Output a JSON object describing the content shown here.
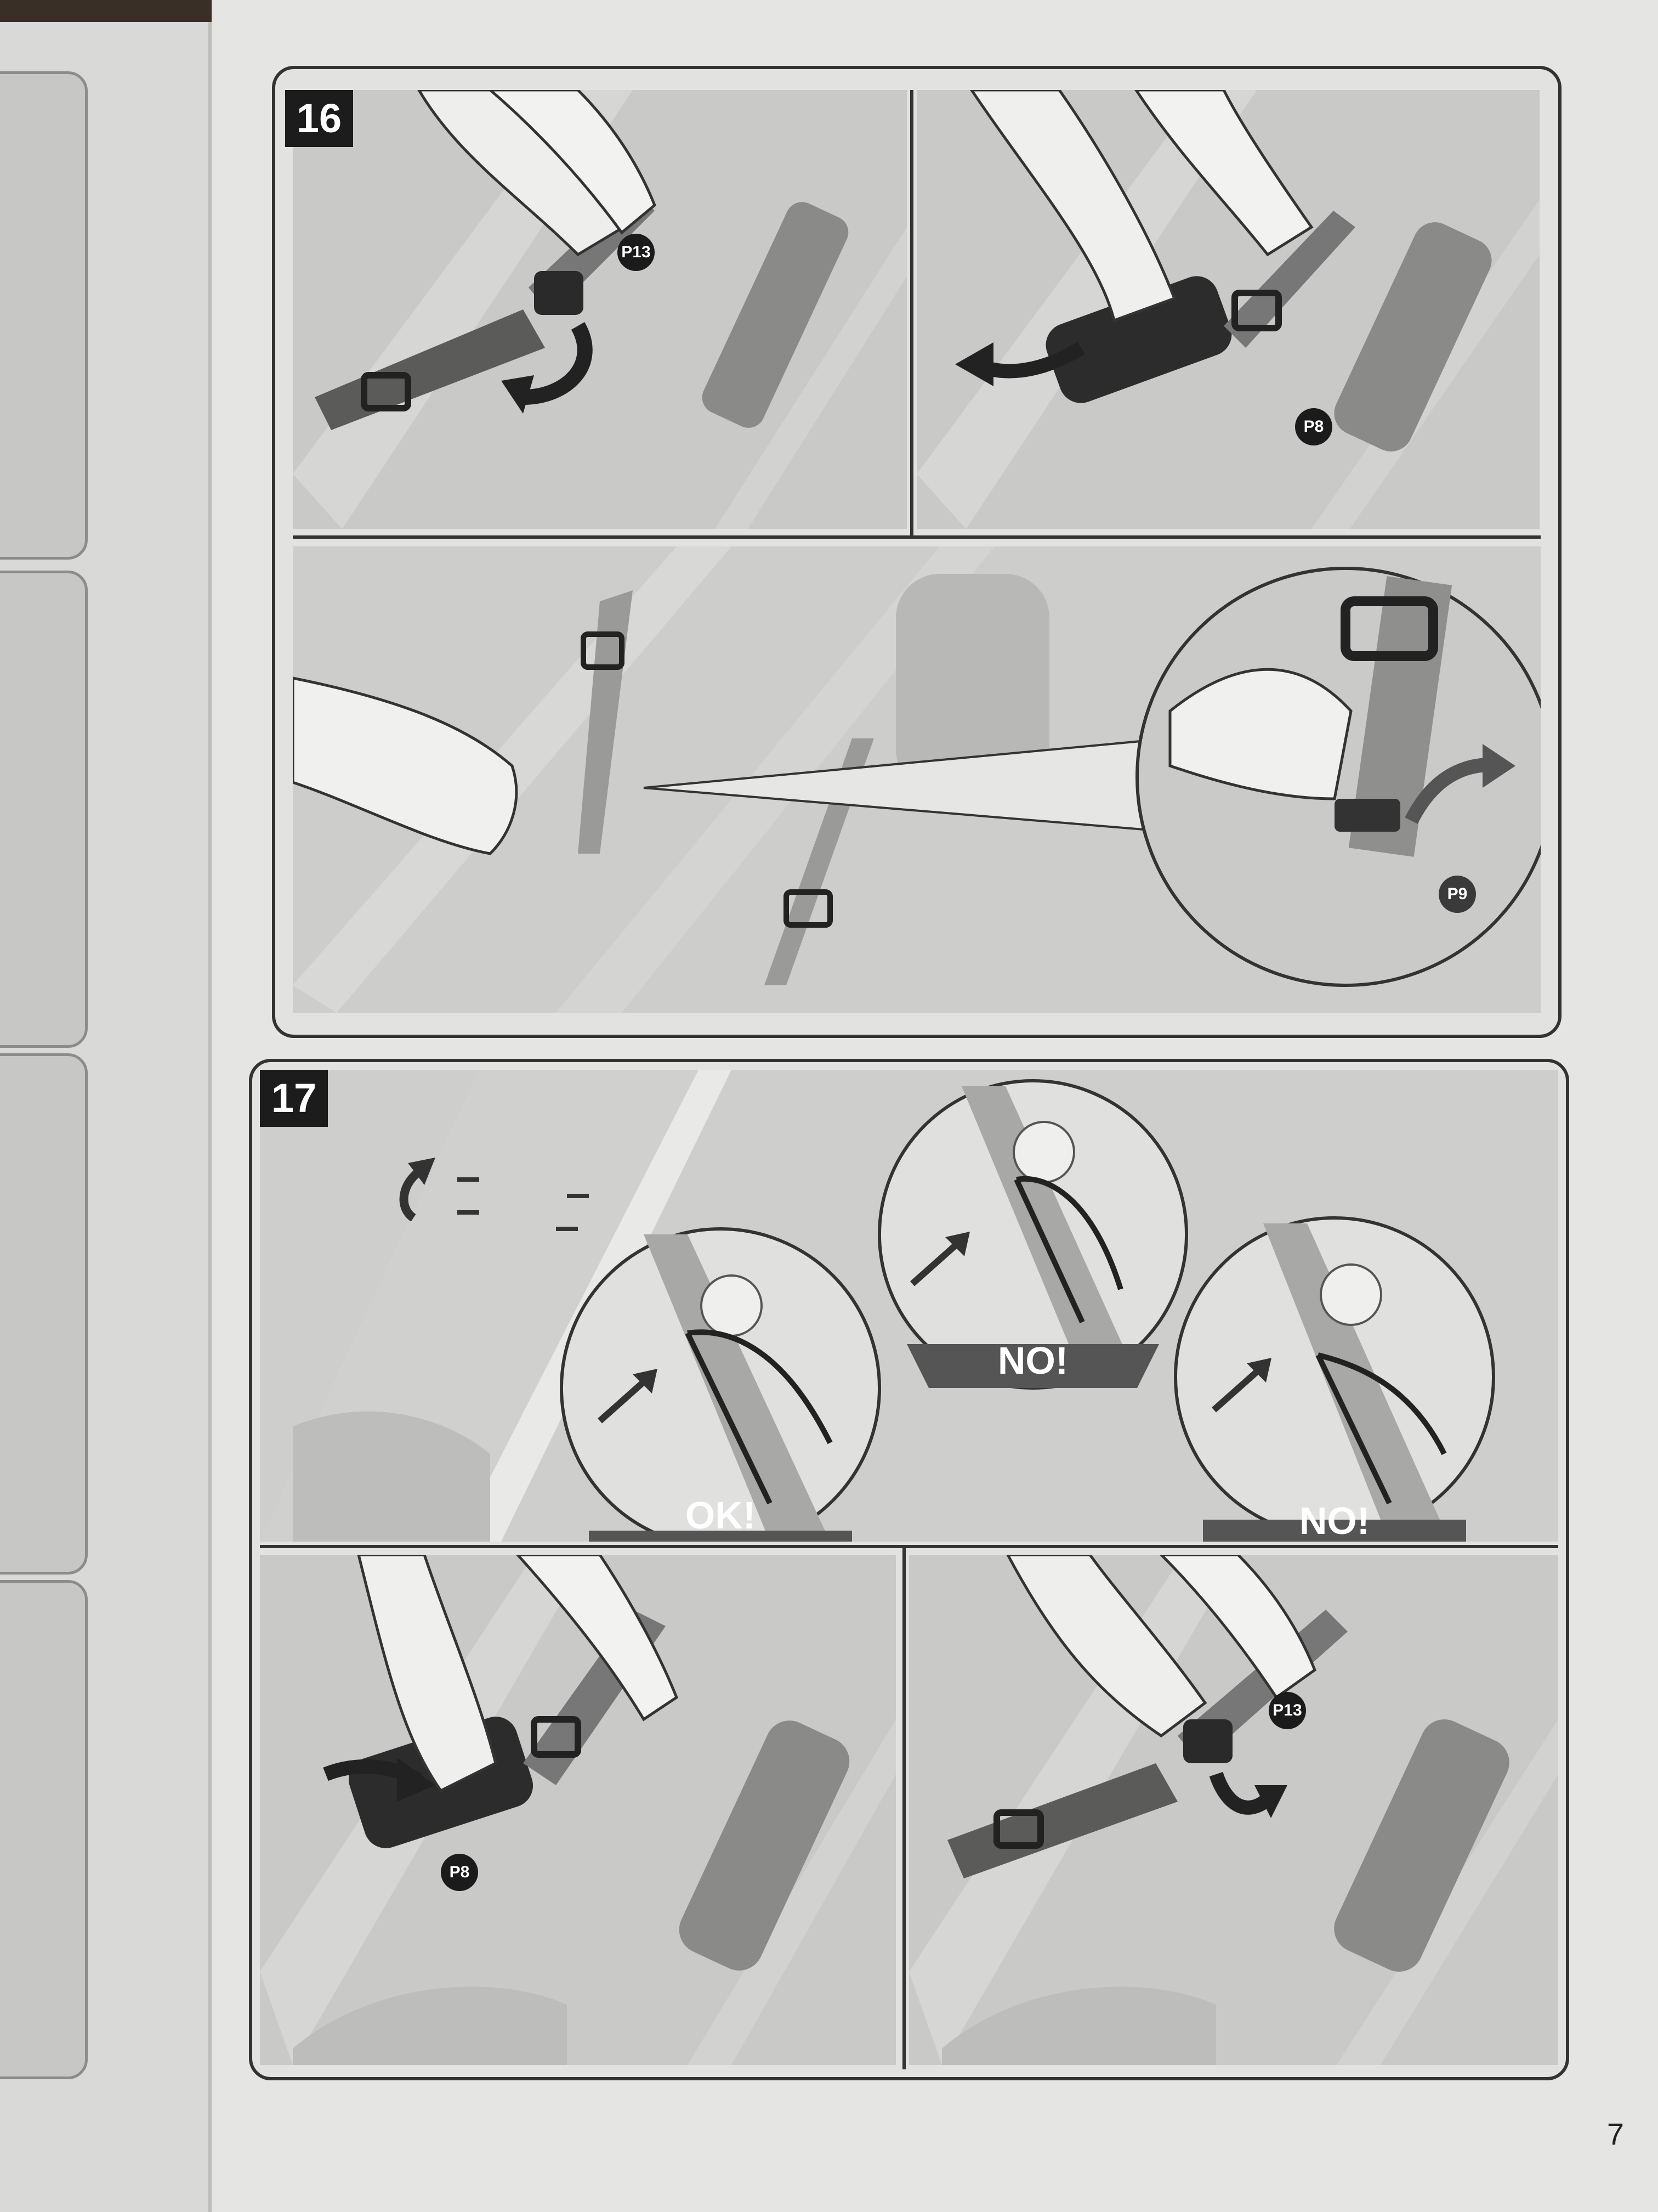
{
  "page": {
    "page_number": "7",
    "steps": [
      {
        "number": "16",
        "panels": [
          {
            "callout": "P13"
          },
          {
            "callout": "P8"
          },
          {
            "callout": "P9"
          }
        ]
      },
      {
        "number": "17",
        "checks": [
          {
            "verdict": "OK!"
          },
          {
            "verdict": "NO!"
          },
          {
            "verdict": "NO!"
          }
        ],
        "panels": [
          {
            "callout": "P8"
          },
          {
            "callout": "P13"
          }
        ]
      }
    ]
  }
}
